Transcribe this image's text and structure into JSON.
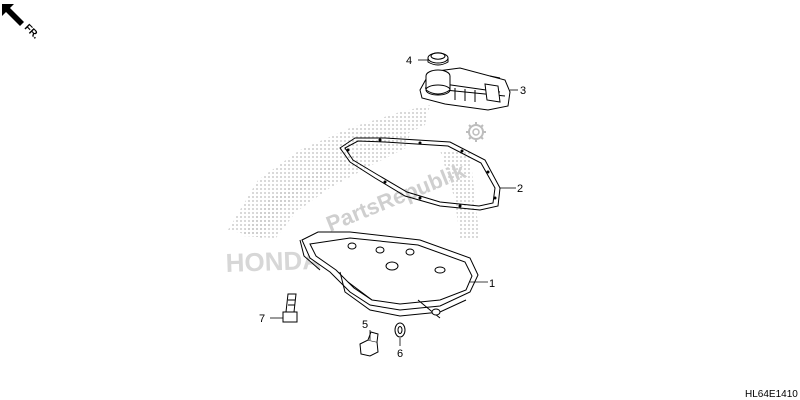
{
  "direction_label": "FR.",
  "diagram_code": "HL64E1410",
  "watermark_text": "PartsRepublik",
  "parts": [
    {
      "callout": "1"
    },
    {
      "callout": "2"
    },
    {
      "callout": "3"
    },
    {
      "callout": "4"
    },
    {
      "callout": "5"
    },
    {
      "callout": "6"
    },
    {
      "callout": "7"
    }
  ],
  "colors": {
    "line": "#000000",
    "watermark": "#d0d0d0",
    "background": "#ffffff"
  }
}
